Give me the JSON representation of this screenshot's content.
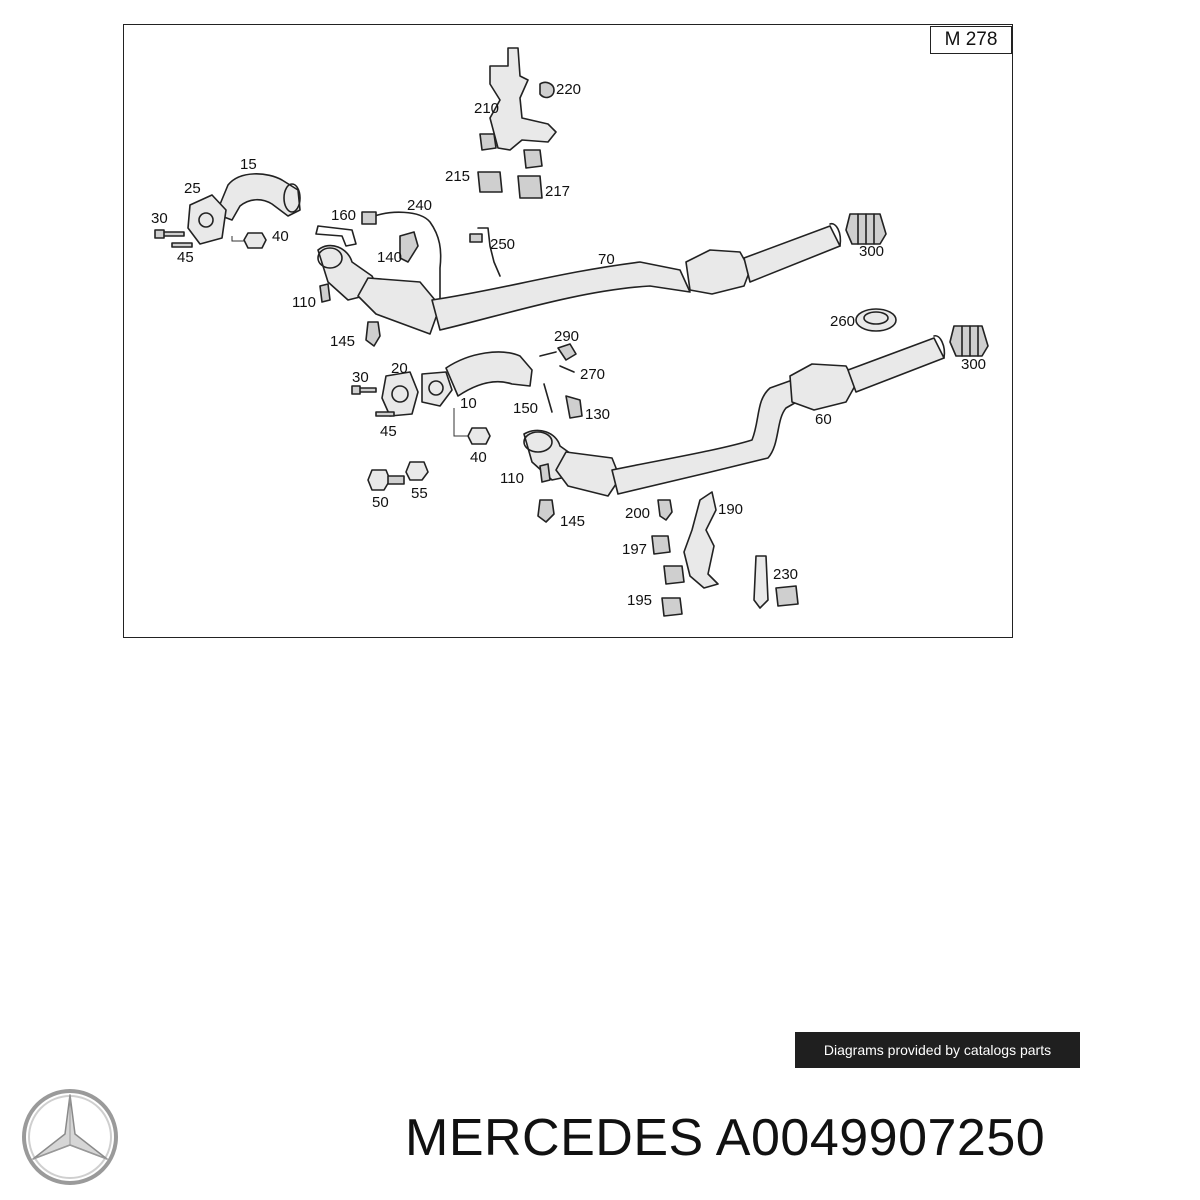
{
  "diagram": {
    "model_label": "M 278",
    "callouts": {
      "c15": "15",
      "c25": "25",
      "c30a": "30",
      "c45a": "45",
      "c40a": "40",
      "c160": "160",
      "c240": "240",
      "c140": "140",
      "c250": "250",
      "c110a": "110",
      "c145a": "145",
      "c70": "70",
      "c300a": "300",
      "c210": "210",
      "c220": "220",
      "c215": "215",
      "c217": "217",
      "c260": "260",
      "c300b": "300",
      "c290": "290",
      "c270": "270",
      "c20": "20",
      "c30b": "30",
      "c10": "10",
      "c150": "150",
      "c130": "130",
      "c45b": "45",
      "c40b": "40",
      "c60": "60",
      "c110b": "110",
      "c50": "50",
      "c55": "55",
      "c145b": "145",
      "c200": "200",
      "c190": "190",
      "c197": "197",
      "c230": "230",
      "c195": "195"
    }
  },
  "credit_banner": "Diagrams provided by catalogs parts",
  "footer": {
    "brand": "MERCEDES",
    "part_number": "A0049907250"
  },
  "logo_icon": "mercedes-star-icon"
}
